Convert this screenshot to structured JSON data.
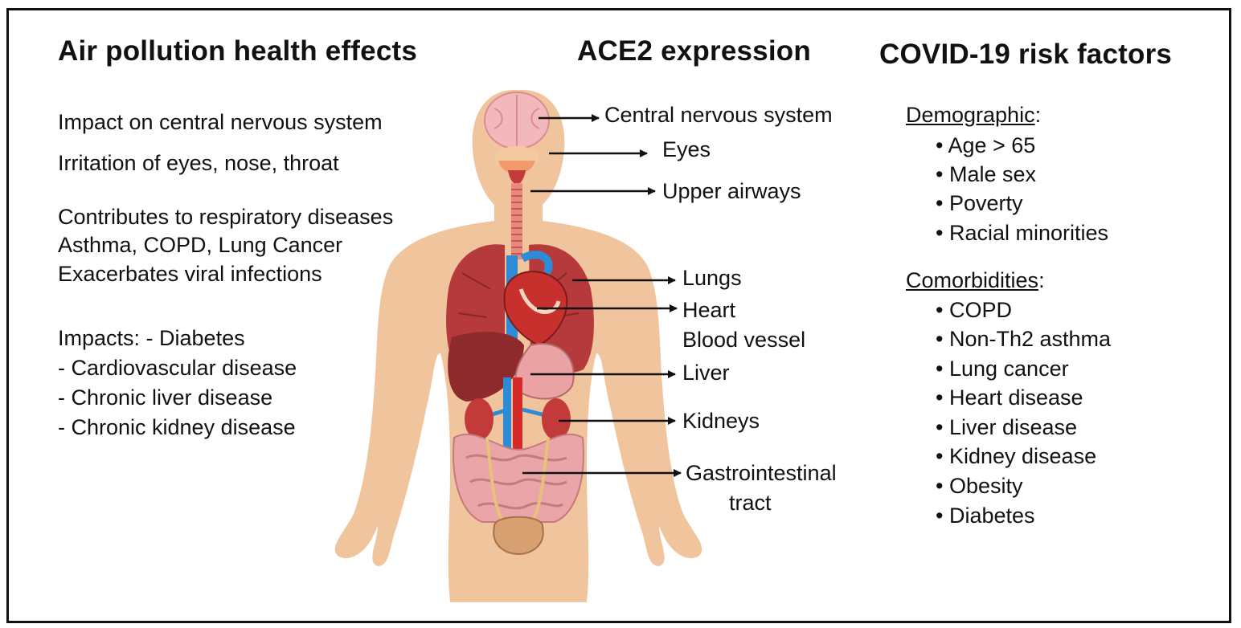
{
  "headings": {
    "left": "Air pollution health effects",
    "center": "ACE2 expression",
    "right": "COVID-19 risk factors"
  },
  "pollution_effects": {
    "cns": "Impact on central nervous system",
    "irritation": "Irritation of eyes, nose, throat",
    "respiratory": "Contributes to respiratory diseases",
    "respiratory_list": "Asthma, COPD, Lung Cancer",
    "viral": "Exacerbates viral infections",
    "impacts": [
      "Impacts:  - Diabetes",
      "- Cardiovascular disease",
      "- Chronic liver disease",
      "- Chronic kidney disease"
    ]
  },
  "ace2_organs": [
    "Central nervous system",
    "Eyes",
    "Upper airways",
    "Lungs",
    "Heart",
    "Blood vessel",
    "Liver",
    "Kidneys",
    "Gastrointestinal",
    "tract"
  ],
  "risk_factors": {
    "demographic_label": "Demographic",
    "demographic": [
      "Age > 65",
      "Male sex",
      "Poverty",
      "Racial minorities"
    ],
    "comorbidities_label": "Comorbidities",
    "comorbidities": [
      "COPD",
      "Non-Th2 asthma",
      "Lung cancer",
      "Heart disease",
      "Liver disease",
      "Kidney disease",
      "Obesity",
      "Diabetes"
    ]
  },
  "colors": {
    "skin": "#f0c49c",
    "brain": "#f3b8bc",
    "lung": "#b63a3c",
    "liver": "#8e2a2c",
    "stomach": "#eaa2a4",
    "intestine": "#e9a5a8",
    "vessel_blue": "#2e8bd6",
    "vessel_red": "#d62a2a",
    "bladder": "#d6a070"
  }
}
